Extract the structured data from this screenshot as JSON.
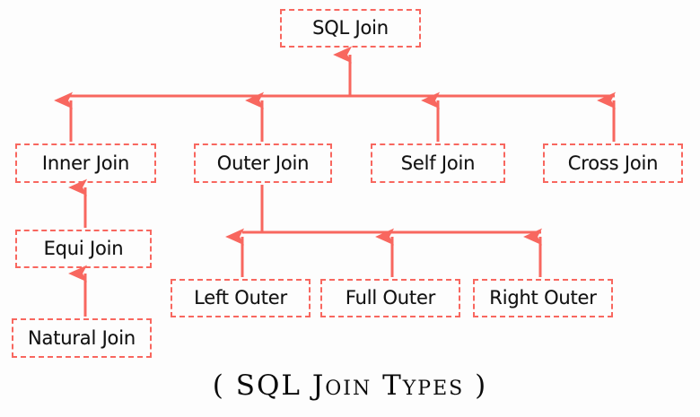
{
  "diagram": {
    "title_caption": "( SQL Join Types )",
    "accent_color": "#f8675f",
    "text_color": "#131313",
    "background_color": "#fdfdfd",
    "nodes": {
      "root": "SQL Join",
      "inner": "Inner Join",
      "outer": "Outer Join",
      "self": "Self Join",
      "cross": "Cross Join",
      "equi": "Equi Join",
      "natural": "Natural Join",
      "left_outer": "Left Outer",
      "full_outer": "Full Outer",
      "right_outer": "Right Outer"
    },
    "edges": [
      {
        "from": "Inner Join",
        "to": "SQL Join"
      },
      {
        "from": "Outer Join",
        "to": "SQL Join"
      },
      {
        "from": "Self Join",
        "to": "SQL Join"
      },
      {
        "from": "Cross Join",
        "to": "SQL Join"
      },
      {
        "from": "Equi Join",
        "to": "Inner Join"
      },
      {
        "from": "Natural Join",
        "to": "Equi Join"
      },
      {
        "from": "Left Outer",
        "to": "Outer Join"
      },
      {
        "from": "Full Outer",
        "to": "Outer Join"
      },
      {
        "from": "Right Outer",
        "to": "Outer Join"
      }
    ]
  }
}
